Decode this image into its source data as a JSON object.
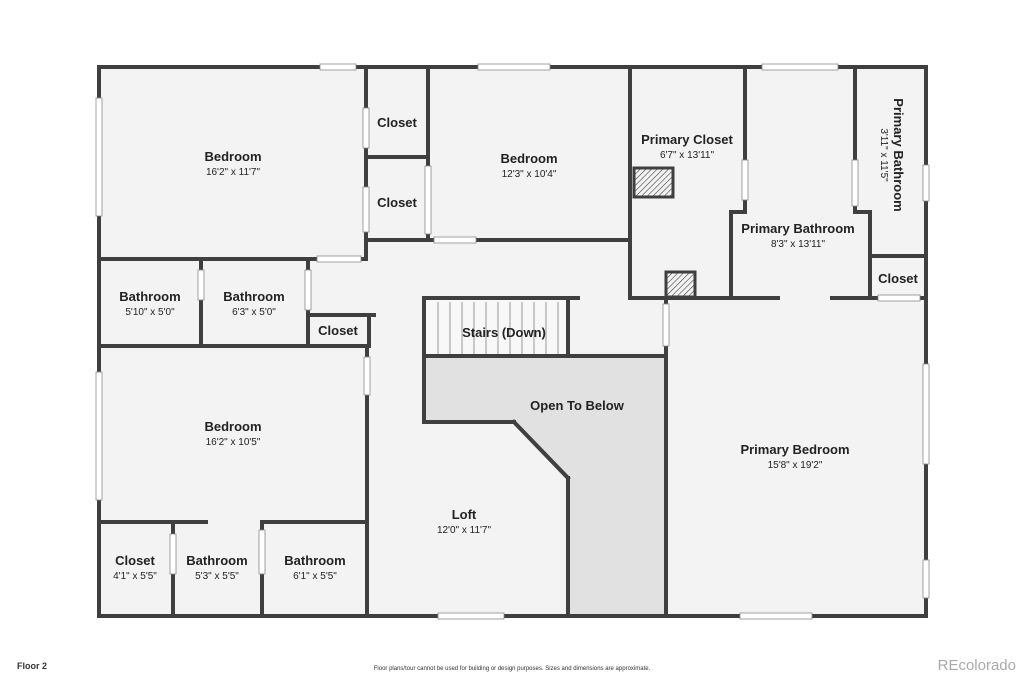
{
  "footer": {
    "floor_label": "Floor 2",
    "disclaimer": "Floor plans/tour cannot be used for building or design purposes. Sizes and dimensions are approximate.",
    "brand": "REcolorado"
  },
  "colors": {
    "wall": "#3f3f3f",
    "floor": "#f3f3f3",
    "open_area": "#e1e1e1",
    "window": "#ffffff"
  },
  "rooms": [
    {
      "key": "bedroom_nw",
      "name": "Bedroom",
      "dims": "16'2\" x 11'7\""
    },
    {
      "key": "closet_1",
      "name": "Closet",
      "dims": ""
    },
    {
      "key": "closet_2",
      "name": "Closet",
      "dims": ""
    },
    {
      "key": "bedroom_n",
      "name": "Bedroom",
      "dims": "12'3\" x 10'4\""
    },
    {
      "key": "primary_closet",
      "name": "Primary Closet",
      "dims": "6'7\" x 13'11\""
    },
    {
      "key": "primary_bathroom",
      "name": "Primary Bathroom",
      "dims": "8'3\" x 13'11\""
    },
    {
      "key": "primary_bathroom_2",
      "name": "Primary Bathroom",
      "dims": "3'11\" x 11'5\""
    },
    {
      "key": "closet_ne",
      "name": "Closet",
      "dims": ""
    },
    {
      "key": "bathroom_1",
      "name": "Bathroom",
      "dims": "5'10\" x 5'0\""
    },
    {
      "key": "bathroom_2",
      "name": "Bathroom",
      "dims": "6'3\" x 5'0\""
    },
    {
      "key": "closet_3",
      "name": "Closet",
      "dims": ""
    },
    {
      "key": "stairs",
      "name": "Stairs (Down)",
      "dims": ""
    },
    {
      "key": "open_below",
      "name": "Open To Below",
      "dims": ""
    },
    {
      "key": "bedroom_sw",
      "name": "Bedroom",
      "dims": "16'2\" x 10'5\""
    },
    {
      "key": "loft",
      "name": "Loft",
      "dims": "12'0\" x 11'7\""
    },
    {
      "key": "primary_bedroom",
      "name": "Primary Bedroom",
      "dims": "15'8\" x 19'2\""
    },
    {
      "key": "closet_sw",
      "name": "Closet",
      "dims": "4'1\" x 5'5\""
    },
    {
      "key": "bathroom_3",
      "name": "Bathroom",
      "dims": "5'3\" x 5'5\""
    },
    {
      "key": "bathroom_4",
      "name": "Bathroom",
      "dims": "6'1\" x 5'5\""
    }
  ]
}
